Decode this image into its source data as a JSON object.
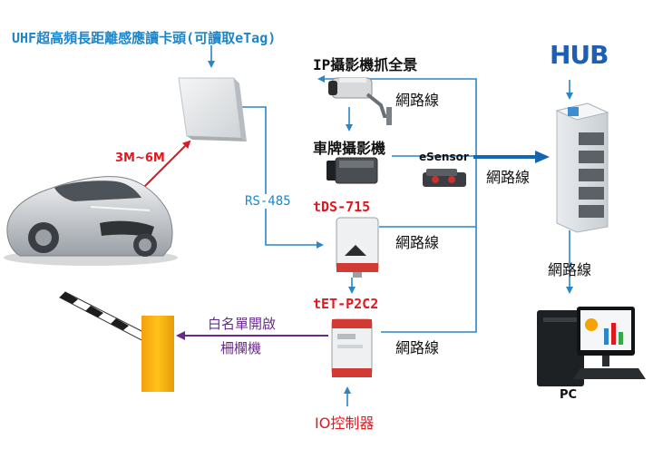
{
  "title_uhf": "UHF超高頻長距離感應讀卡頭(可讀取eTag)",
  "label_ip_camera": "IP攝影機抓全景",
  "label_plate_camera": "車牌攝影機",
  "label_esensor": "eSensor",
  "label_hub": "HUB",
  "label_distance": "3M~6M",
  "label_rs485": "RS-485",
  "label_tds": "tDS-715",
  "label_tet": "tET-P2C2",
  "label_whitelist_line1": "白名單開啟",
  "label_whitelist_line2": "柵欄機",
  "label_io": "IO控制器",
  "label_pc": "PC",
  "network_labels": [
    "網路線",
    "網路線",
    "網路線",
    "網路線",
    "網路線"
  ],
  "colors": {
    "link_blue": "#2a86c8",
    "thick_blue": "#1565b0",
    "red": "#e0191f",
    "purple": "#6a2a8c",
    "barrier_yellow": "#f6b400"
  }
}
